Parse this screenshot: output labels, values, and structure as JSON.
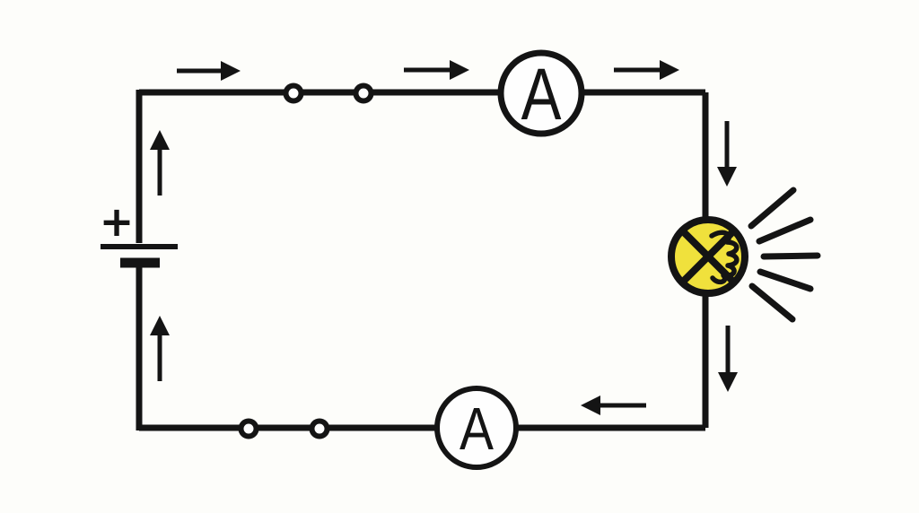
{
  "diagram": {
    "type": "electric-circuit-series",
    "description": "Series circuit with one cell, two ammeters, two pairs of open-circle contacts and one lit lamp; current direction arrows run clockwise",
    "current_direction": "clockwise"
  },
  "colors": {
    "background": "#fdfdfa",
    "wire": "#141414",
    "meter_fill": "#fefefe",
    "lamp_fill": "#f0e13c"
  },
  "components": {
    "battery": {
      "polarity_label": "+",
      "type": "single-cell"
    },
    "ammeter_top": {
      "label": "A"
    },
    "ammeter_bottom": {
      "label": "A"
    },
    "lamp": {
      "state": "lit",
      "ray_count": 5
    },
    "contacts_top": {
      "count": 2
    },
    "contacts_bottom": {
      "count": 2
    }
  },
  "current_arrows": [
    {
      "position": "top-left",
      "direction": "right"
    },
    {
      "position": "top-middle",
      "direction": "right"
    },
    {
      "position": "top-right",
      "direction": "right"
    },
    {
      "position": "right-upper",
      "direction": "down"
    },
    {
      "position": "right-lower",
      "direction": "down"
    },
    {
      "position": "bottom",
      "direction": "left"
    },
    {
      "position": "left-lower",
      "direction": "up"
    },
    {
      "position": "left-upper",
      "direction": "up"
    }
  ]
}
